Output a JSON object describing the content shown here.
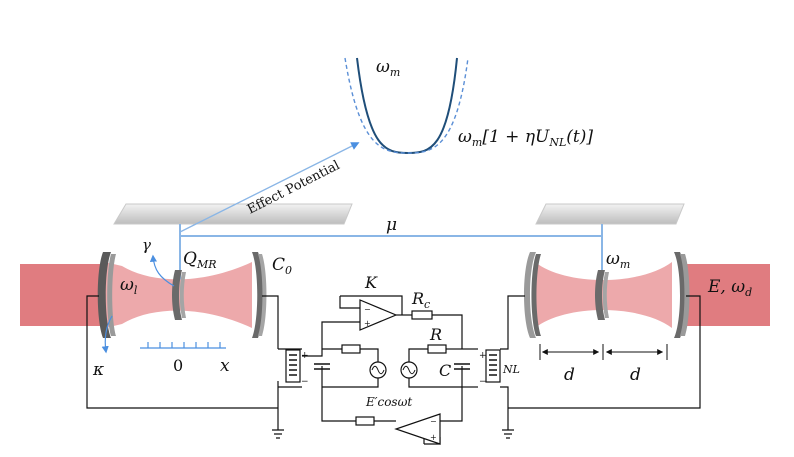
{
  "labels": {
    "omega_m_top": "ω",
    "omega_m_top_sub": "m",
    "modulated_prefix": "ω",
    "modulated_sub": "m",
    "modulated_rest": "[1 + ηU",
    "modulated_rest_sub": "NL",
    "modulated_tail": "(t)]",
    "effect_potential": "Effect Potential",
    "mu": "μ",
    "gamma": "γ",
    "q_mr": "Q",
    "q_mr_sub": "MR",
    "c0": "C",
    "c0_sub": "0",
    "omega_l": "ω",
    "omega_l_sub": "l",
    "kappa": "κ",
    "zero": "0",
    "x": "x",
    "K": "K",
    "Rc": "R",
    "Rc_sub": "c",
    "R": "R",
    "C": "C",
    "NL": "NL",
    "drive": "E′cosωt",
    "omega_m_right": "ω",
    "omega_m_right_sub": "m",
    "E_omega_d": "E, ω",
    "E_omega_d_sub": "d",
    "d1": "d",
    "d2": "d",
    "plus_left": "+",
    "minus_left": "−",
    "plus_right": "+",
    "minus_right": "−"
  },
  "colors": {
    "beam_outer": "#e07c80",
    "beam_inner": "#eda9ab",
    "mirror_dark": "#5a5a5a",
    "mirror_mid": "#9a9a9a",
    "potential_solid": "#1f4e79",
    "potential_dashed": "#5b8fd6",
    "link_blue": "#8ab6e6",
    "arrow_blue": "#4b8fe0",
    "wire": "#111111"
  }
}
